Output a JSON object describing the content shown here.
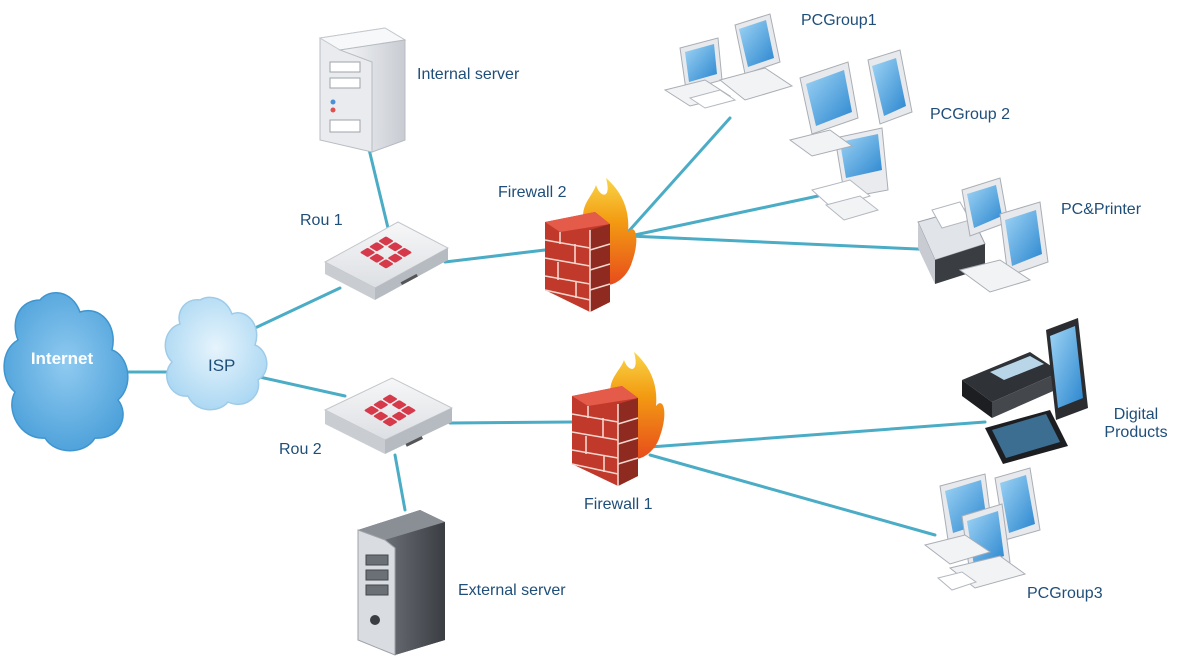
{
  "labels": {
    "internet": "Internet",
    "isp": "ISP",
    "rou1": "Rou 1",
    "rou2": "Rou 2",
    "internal_server": "Internal server",
    "external_server": "External server",
    "firewall2": "Firewall 2",
    "firewall1": "Firewall 1",
    "pcgroup1": "PCGroup1",
    "pcgroup2": "PCGroup 2",
    "pc_printer": "PC&Printer",
    "digital_products_line1": "Digital",
    "digital_products_line2": "Products",
    "pcgroup3": "PCGroup3"
  },
  "colors": {
    "link": "#4bacc6",
    "label": "#1f4e79",
    "cloud_internet": "#6fb8e8",
    "cloud_isp": "#bfe2f7",
    "router_logo": "#d63a4a",
    "firewall_brick": "#c0392b",
    "flame": "#f39c12"
  },
  "icons": {
    "internet": "cloud-icon",
    "isp": "cloud-icon",
    "router": "router-icon",
    "firewall": "firewall-icon",
    "server": "server-icon",
    "pc": "desktop-pc-icon",
    "laptop": "laptop-icon",
    "printer": "printer-icon",
    "phone": "phone-icon"
  }
}
